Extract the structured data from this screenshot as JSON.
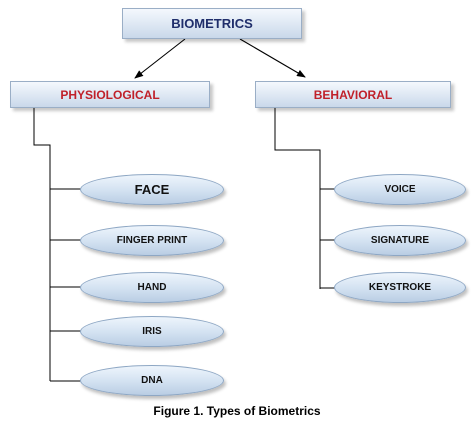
{
  "diagram": {
    "root": "BIOMETRICS",
    "categories": [
      {
        "label": "PHYSIOLOGICAL",
        "items": [
          "FACE",
          "FINGER PRINT",
          "HAND",
          "IRIS",
          "DNA"
        ]
      },
      {
        "label": "BEHAVIORAL",
        "items": [
          "VOICE",
          "SIGNATURE",
          "KEYSTROKE"
        ]
      }
    ],
    "caption": "Figure 1. Types of Biometrics"
  },
  "colors": {
    "root_text": "#1f2e6b",
    "category_text": "#c0202a",
    "node_text": "#111111",
    "connector": "#000000",
    "box_border": "#9aaec6"
  }
}
